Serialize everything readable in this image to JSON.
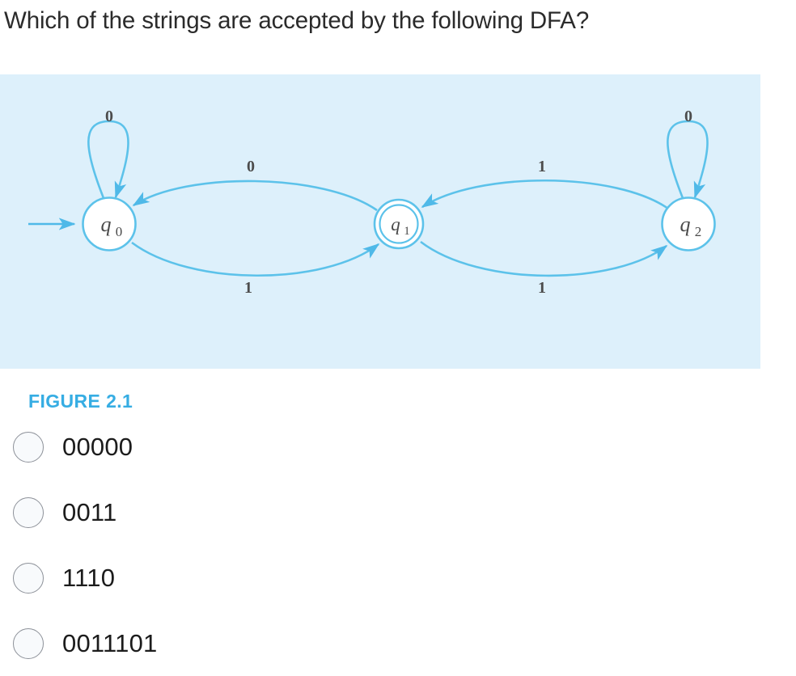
{
  "question": {
    "text": "Which of the strings are accepted by the following DFA?"
  },
  "figure": {
    "caption": "FIGURE 2.1",
    "panel_bg": "#ddf0fb",
    "caption_color": "#36ade3",
    "stroke_color": "#5cc2ea",
    "state_fill": "#ffffff",
    "label_color": "#4c4c4c",
    "automaton": {
      "type": "DFA",
      "alphabet": [
        "0",
        "1"
      ],
      "start_state": "q0",
      "accepting_states": [
        "q1"
      ],
      "states": [
        {
          "id": "q0",
          "label": "q",
          "sub": "0",
          "accepting": false,
          "start": true
        },
        {
          "id": "q1",
          "label": "q",
          "sub": "1",
          "accepting": true,
          "start": false
        },
        {
          "id": "q2",
          "label": "q",
          "sub": "2",
          "accepting": false,
          "start": false
        }
      ],
      "transitions": [
        {
          "from": "q0",
          "to": "q0",
          "symbol": "0",
          "kind": "self-loop",
          "position": "above"
        },
        {
          "from": "q0",
          "to": "q1",
          "symbol": "1",
          "kind": "arc",
          "position": "below"
        },
        {
          "from": "q1",
          "to": "q0",
          "symbol": "0",
          "kind": "arc",
          "position": "above"
        },
        {
          "from": "q1",
          "to": "q2",
          "symbol": "1",
          "kind": "arc",
          "position": "below"
        },
        {
          "from": "q2",
          "to": "q1",
          "symbol": "1",
          "kind": "arc",
          "position": "above"
        },
        {
          "from": "q2",
          "to": "q2",
          "symbol": "0",
          "kind": "self-loop",
          "position": "above"
        }
      ],
      "edge_labels": {
        "q0_selfloop": "0",
        "q1_to_q0": "0",
        "q0_to_q1": "1",
        "q2_to_q1": "1",
        "q1_to_q2": "1",
        "q2_selfloop": "0"
      }
    }
  },
  "options": [
    {
      "value": "00000",
      "selected": false
    },
    {
      "value": "0011",
      "selected": false
    },
    {
      "value": "1110",
      "selected": false
    },
    {
      "value": "0011101",
      "selected": false
    }
  ]
}
